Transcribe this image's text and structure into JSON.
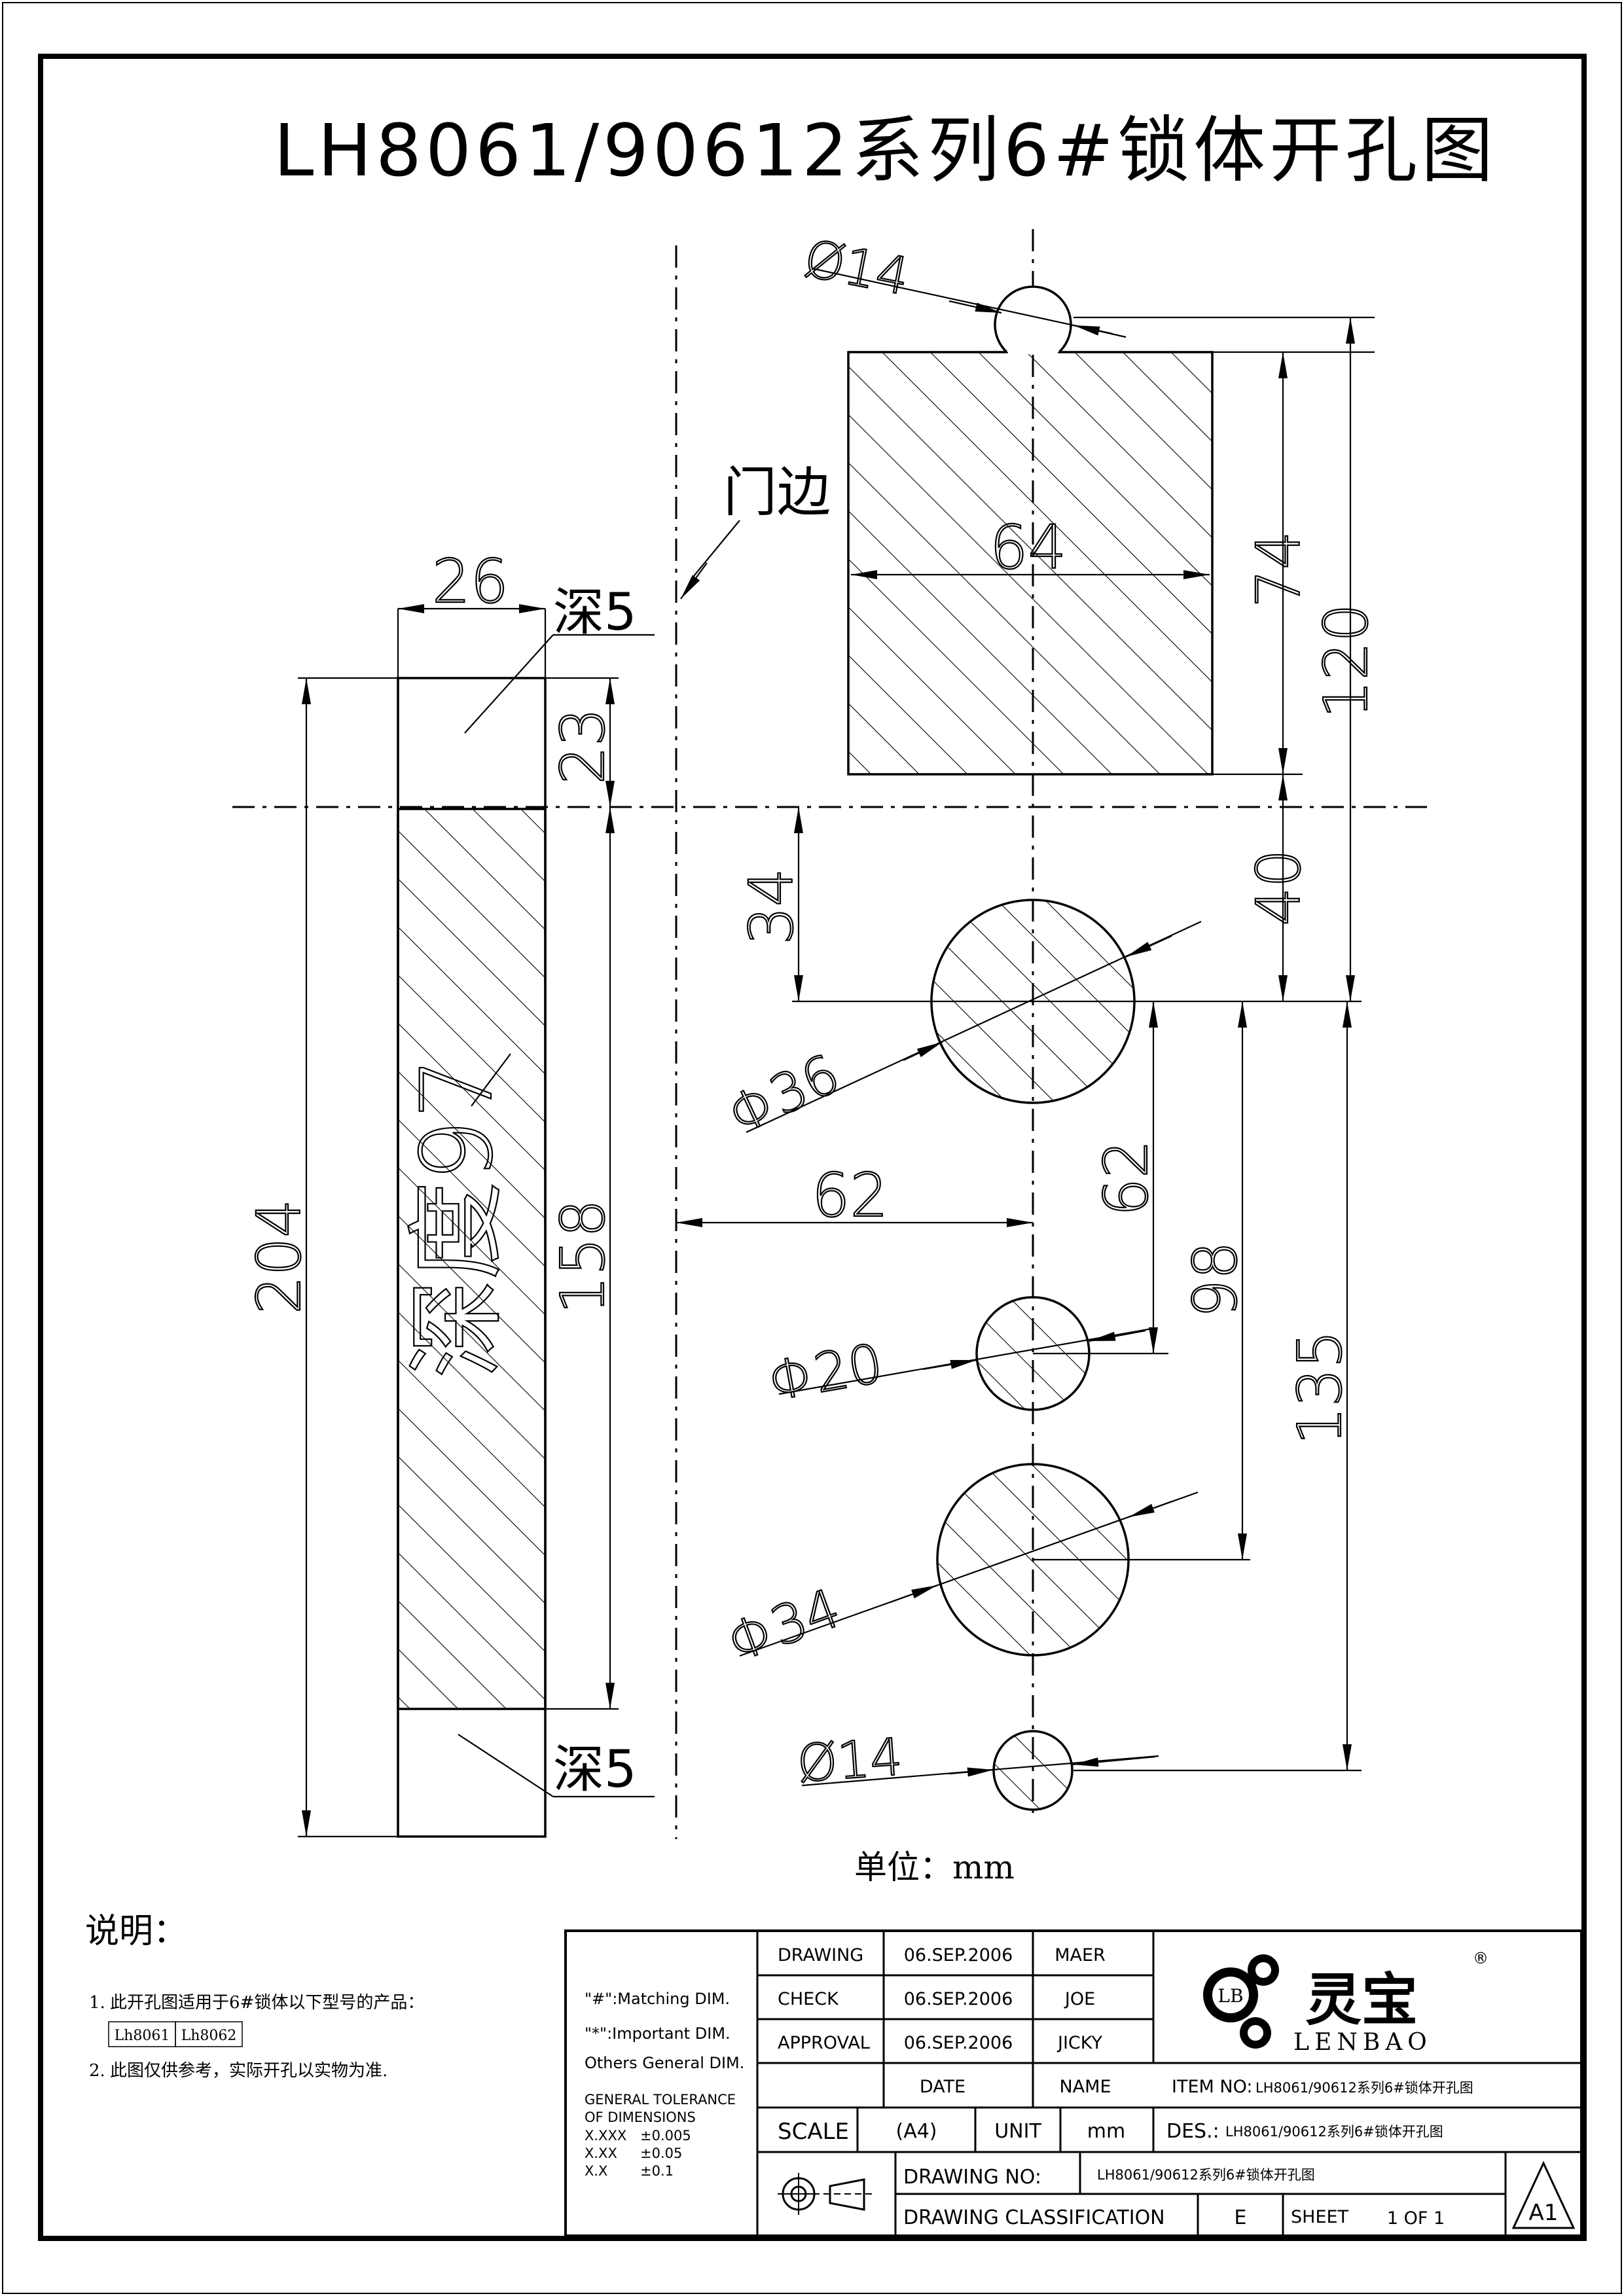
{
  "drawing": {
    "title": "LH8061/90612系列6#锁体开孔图",
    "door_edge_label": "门边",
    "unit_label": "单位：mm",
    "depth_labels": {
      "top": "深5",
      "bottom": "深5",
      "main": "深度97"
    },
    "dimensions": {
      "d_top_hole": "Ø14",
      "d_hole_36": "Φ36",
      "d_hole_20": "Φ20",
      "d_hole_34": "Φ34",
      "d_bottom_hole": "Ø14",
      "width_64": "64",
      "height_74": "74",
      "height_120": "120",
      "width_26": "26",
      "offset_23": "23",
      "offset_34": "34",
      "offset_40": "40",
      "length_204": "204",
      "length_158": "158",
      "backset_62": "62",
      "spacing_62": "62",
      "spacing_98": "98",
      "spacing_135": "135"
    }
  },
  "notes": {
    "heading": "说明：",
    "item1_number": "1.",
    "item1": "此开孔图适用于6#锁体以下型号的产品：",
    "models": [
      "Lh8061",
      "Lh8062"
    ],
    "item2_number": "2.",
    "item2": "此图仅供参考，实际开孔以实物为准."
  },
  "title_block": {
    "legend": {
      "matching": "\"#\":Matching  DIM.",
      "important": "\"*\":Important  DIM.",
      "others": "Others General  DIM.",
      "tolerance_title_1": "GENERAL TOLERANCE",
      "tolerance_title_2": "OF DIMENSIONS",
      "tolerances": [
        {
          "format": "X.XXX",
          "value": "±0.005"
        },
        {
          "format": "X.XX",
          "value": "±0.05"
        },
        {
          "format": "X.X",
          "value": "±0.1"
        }
      ]
    },
    "rows": [
      {
        "role": "DRAWING",
        "date": "06.SEP.2006",
        "name": "MAER"
      },
      {
        "role": "CHECK",
        "date": "06.SEP.2006",
        "name": "JOE"
      },
      {
        "role": "APPROVAL",
        "date": "06.SEP.2006",
        "name": "JICKY"
      }
    ],
    "date_header": "DATE",
    "name_header": "NAME",
    "scale_label": "SCALE",
    "scale_value": "(A4)",
    "unit_label": "UNIT",
    "unit_value": "mm",
    "item_no_label": "ITEM NO:",
    "item_no_value": "LH8061/90612系列6#锁体开孔图",
    "des_label": "DES.:",
    "des_value": "LH8061/90612系列6#锁体开孔图",
    "drawing_no_label": "DRAWING  NO:",
    "drawing_no_value": "LH8061/90612系列6#锁体开孔图",
    "classification_label": "DRAWING  CLASSIFICATION",
    "classification_value": "E",
    "sheet_label": "SHEET",
    "sheet_value": "1 OF 1",
    "sheet_size": "A1",
    "logo": {
      "mark": "LB",
      "chinese": "灵宝",
      "english": "LENBAO",
      "registered": "®"
    }
  }
}
